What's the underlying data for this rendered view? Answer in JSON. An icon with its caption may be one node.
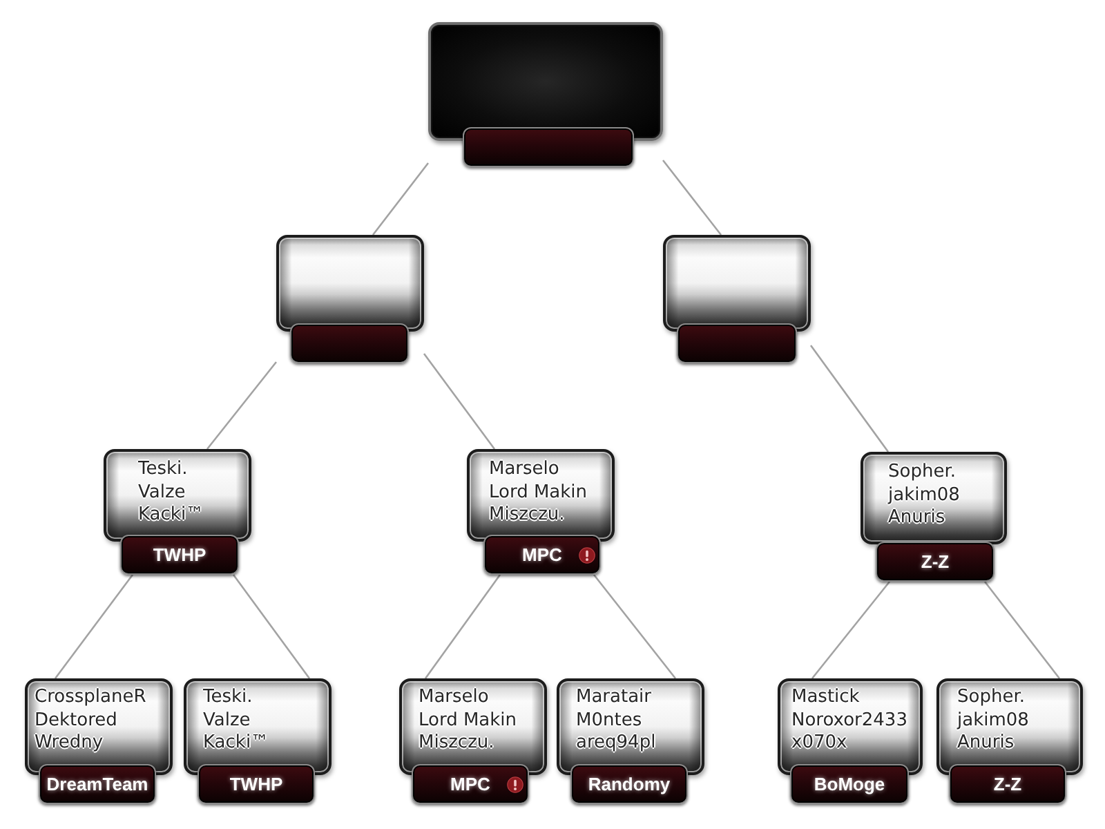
{
  "diagram": {
    "nodes": [
      {
        "text": [],
        "shape": "box"
      },
      {
        "text": [],
        "shape": "box"
      },
      {
        "text": [],
        "shape": "box"
      },
      {
        "text": [
          "Teski.",
          "Valze",
          "Kacki™",
          "TWHP"
        ]
      },
      {
        "text": [
          "Marselo",
          "Lord Makin",
          "Miszczu.",
          "MPC"
        ]
      },
      {
        "text": [
          "Sopher.",
          "jakim08",
          "Anuris",
          "Z-Z"
        ]
      },
      {
        "text": [
          "CrossplaneR",
          "Dektored",
          "Wredny",
          "DreamTeam"
        ]
      },
      {
        "text": [
          "Teski.",
          "Valze",
          "Kacki™",
          "TWHP"
        ]
      },
      {
        "text": [
          "Marselo",
          "Lord Makin",
          "Miszczu.",
          "MPC"
        ]
      },
      {
        "text": [
          "Maratair",
          "M0ntes",
          "areq94pl",
          "Randomy"
        ]
      },
      {
        "text": [
          "Mastick",
          "Noroxor2433",
          "x070x",
          "BoMoge"
        ]
      },
      {
        "text": [
          "Sopher.",
          "jakim08",
          "Anuris",
          "Z-Z"
        ]
      }
    ],
    "edges": [
      {
        "from": 0,
        "to": 1,
        "arrow": "none"
      },
      {
        "from": 0,
        "to": 2,
        "arrow": "none"
      },
      {
        "from": 1,
        "to": 3,
        "arrow": "none"
      },
      {
        "from": 1,
        "to": 4,
        "arrow": "none"
      },
      {
        "from": 2,
        "to": 5,
        "arrow": "none"
      },
      {
        "from": 3,
        "to": 6,
        "arrow": "none"
      },
      {
        "from": 3,
        "to": 7,
        "arrow": "none"
      },
      {
        "from": 4,
        "to": 8,
        "arrow": "none"
      },
      {
        "from": 4,
        "to": 9,
        "arrow": "none"
      },
      {
        "from": 5,
        "to": 10,
        "arrow": "none"
      },
      {
        "from": 5,
        "to": 11,
        "arrow": "none"
      }
    ]
  }
}
